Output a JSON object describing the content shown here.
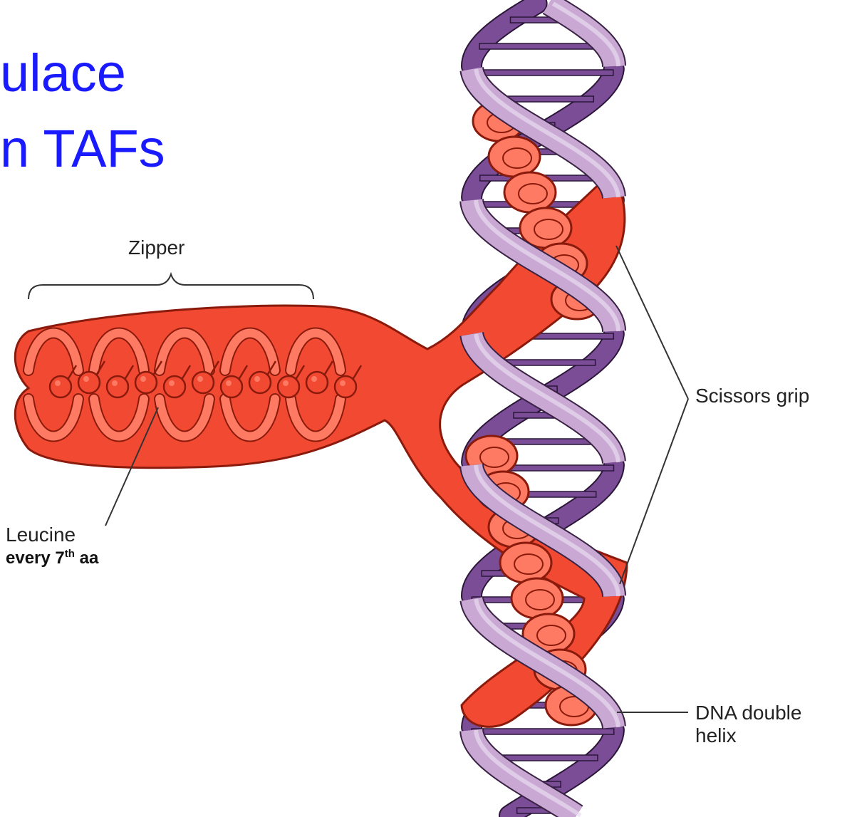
{
  "title": {
    "line1": "ulace",
    "line2": "n TAFs"
  },
  "labels": {
    "zipper": "Zipper",
    "leucine": "Leucine",
    "leucine_note_prefix": "every 7",
    "leucine_note_sup": "th",
    "leucine_note_suffix": " aa",
    "scissors_grip": "Scissors grip",
    "dna_line1": "DNA double",
    "dna_line2": "helix"
  },
  "colors": {
    "title": "#1a1aff",
    "protein": "#f24a32",
    "protein_highlight": "#ff7a62",
    "protein_outline": "#8a1a0c",
    "dna_light": "#c9a8d4",
    "dna_dark": "#7b4d97",
    "text": "#222222"
  }
}
